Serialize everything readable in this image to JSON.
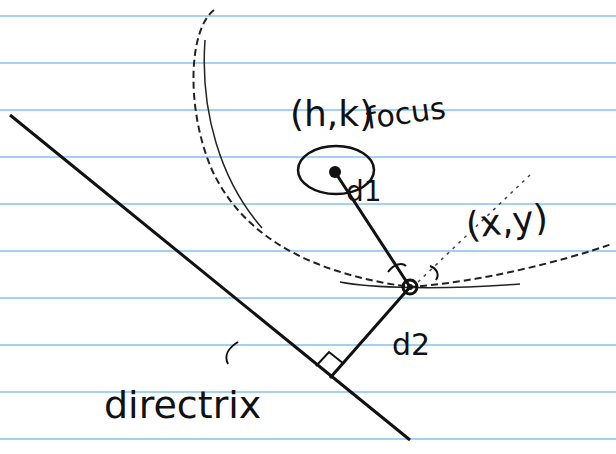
{
  "diagram": {
    "labels": [
      "(h,k)",
      "focus",
      "d1",
      "(x,y)",
      "d2",
      "directrix"
    ]
  }
}
